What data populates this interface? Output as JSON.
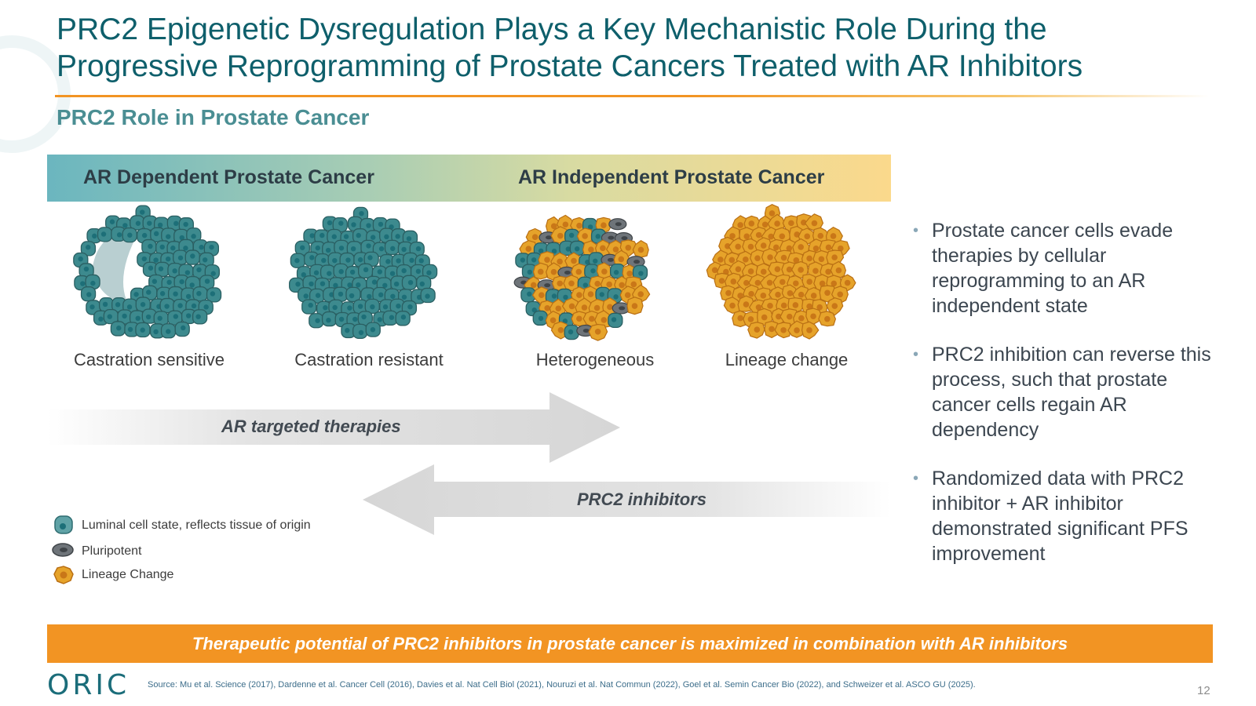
{
  "title": "PRC2 Epigenetic Dysregulation Plays a Key Mechanistic Role During the Progressive Reprogramming of Prostate Cancers Treated with AR Inhibitors",
  "subtitle": "PRC2 Role in Prostate Cancer",
  "banner": {
    "left_label": "AR Dependent Prostate Cancer",
    "right_label": "AR Independent Prostate Cancer"
  },
  "stages": [
    {
      "label": "Castration sensitive"
    },
    {
      "label": "Castration resistant"
    },
    {
      "label": "Heterogeneous"
    },
    {
      "label": "Lineage change"
    }
  ],
  "arrows": {
    "forward_label": "AR targeted therapies",
    "reverse_label": "PRC2 inhibitors"
  },
  "legend": [
    {
      "label": "Luminal cell state, reflects tissue of origin",
      "icon": "luminal-cell-icon"
    },
    {
      "label": "Pluripotent",
      "icon": "pluripotent-cell-icon"
    },
    {
      "label": "Lineage Change",
      "icon": "lineage-change-cell-icon"
    }
  ],
  "bullets": [
    "Prostate cancer cells evade therapies by cellular reprogramming to an AR independent state",
    "PRC2 inhibition can reverse this process, such that prostate cancer cells regain AR dependency",
    "Randomized data with PRC2 inhibitor + AR inhibitor demonstrated significant PFS improvement"
  ],
  "bottom_bar": "Therapeutic potential of PRC2 inhibitors in prostate cancer is maximized in combination with AR inhibitors",
  "logo": "ORIC",
  "source": "Source: Mu et al. Science (2017), Dardenne et al. Cancer Cell (2016), Davies et al. Nat Cell Biol (2021), Nouruzi et al. Nat Commun (2022), Goel et al. Semin Cancer Bio (2022), and Schweizer et al. ASCO GU (2025).",
  "page_number": "12",
  "colors": {
    "title": "#0e5f6b",
    "accent_orange": "#f29423",
    "luminal_cell": "#3d8a8e",
    "luminal_nucleus": "#1d6f78",
    "pluripotent_cell": "#6e7479",
    "lineage_cell": "#e6a32a",
    "lineage_nucleus": "#c97718"
  }
}
